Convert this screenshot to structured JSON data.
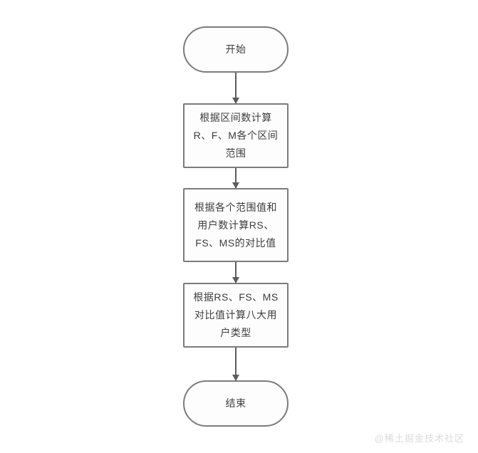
{
  "diagram": {
    "type": "flowchart",
    "orientation": "top-to-bottom",
    "colors": {
      "background": "#ffffff",
      "node_border": "#7b7b7b",
      "node_fill": "#fdfdfd",
      "connector": "#5c5c5c",
      "text": "#3c3c3c",
      "watermark": "#dcdcdc"
    },
    "nodes": [
      {
        "id": "start",
        "shape": "terminator",
        "label": "开始"
      },
      {
        "id": "step-1",
        "shape": "process",
        "label": "根据区间数计算\nR、F、M各个区间\n范围"
      },
      {
        "id": "step-2",
        "shape": "process",
        "label": "根据各个范围值和\n用户数计算RS、\nFS、MS的对比值"
      },
      {
        "id": "step-3",
        "shape": "process",
        "label": "根据RS、FS、MS\n对比值计算八大用\n户类型"
      },
      {
        "id": "end",
        "shape": "terminator",
        "label": "结束"
      }
    ],
    "edges": [
      {
        "id": "start-step1",
        "from": "start",
        "to": "step-1",
        "arrow": "down"
      },
      {
        "id": "step1-step2",
        "from": "step-1",
        "to": "step-2",
        "arrow": "down"
      },
      {
        "id": "step2-step3",
        "from": "step-2",
        "to": "step-3",
        "arrow": "down"
      },
      {
        "id": "step3-end",
        "from": "step-3",
        "to": "end",
        "arrow": "down"
      }
    ]
  },
  "watermark": {
    "text": "@稀土掘金技术社区"
  }
}
